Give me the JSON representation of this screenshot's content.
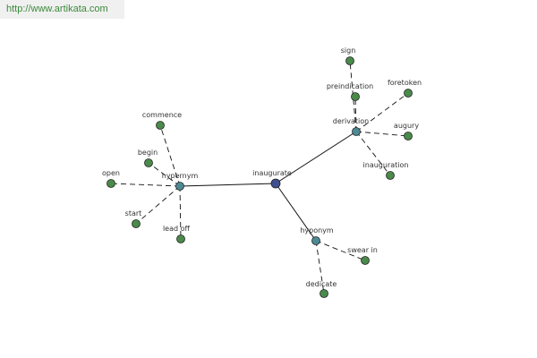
{
  "banner": {
    "url_text": "http://www.artikata.com"
  },
  "graph": {
    "colors": {
      "root": "#3f4f8f",
      "relation": "#4c8a96",
      "word": "#4a8a4a",
      "node_stroke": "#222222",
      "edge": "#111111"
    },
    "root": {
      "id": "inaugurate",
      "label": "inaugurate"
    },
    "relations": [
      {
        "id": "hypernym",
        "label": "hypernym"
      },
      {
        "id": "derivation",
        "label": "derivation"
      },
      {
        "id": "hyponym",
        "label": "hyponym"
      }
    ],
    "words": [
      {
        "id": "commence",
        "label": "commence",
        "relation": "hypernym"
      },
      {
        "id": "begin",
        "label": "begin",
        "relation": "hypernym"
      },
      {
        "id": "open",
        "label": "open",
        "relation": "hypernym"
      },
      {
        "id": "start",
        "label": "start",
        "relation": "hypernym"
      },
      {
        "id": "lead-off",
        "label": "lead off",
        "relation": "hypernym"
      },
      {
        "id": "sign",
        "label": "sign",
        "relation": "derivation"
      },
      {
        "id": "preindication",
        "label": "preindication",
        "relation": "derivation"
      },
      {
        "id": "foretoken",
        "label": "foretoken",
        "relation": "derivation"
      },
      {
        "id": "augury",
        "label": "augury",
        "relation": "derivation"
      },
      {
        "id": "inauguration",
        "label": "inauguration",
        "relation": "derivation"
      },
      {
        "id": "swear-in",
        "label": "swear in",
        "relation": "hyponym"
      },
      {
        "id": "dedicate",
        "label": "dedicate",
        "relation": "hyponym"
      }
    ]
  }
}
